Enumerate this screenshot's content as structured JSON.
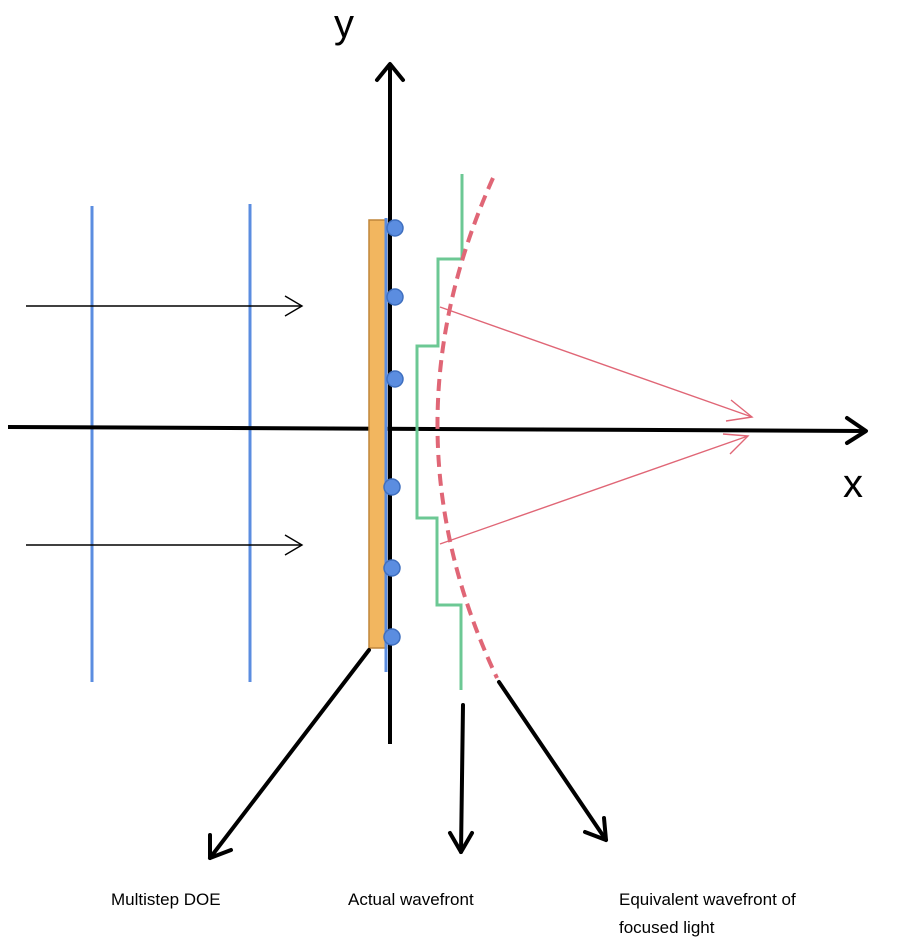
{
  "axes": {
    "x_label": "x",
    "y_label": "y"
  },
  "labels": {
    "doe": "Multistep DOE",
    "actual": "Actual wavefront",
    "equivalent_line1": "Equivalent wavefront of",
    "equivalent_line2": "focused light"
  },
  "colors": {
    "axis": "#000000",
    "incident_wavefront": "#5b8de0",
    "doe_plate": "#f2b65f",
    "doe_border": "#c0853a",
    "doe_dot": "#5b8de0",
    "actual_wavefront": "#6cc894",
    "equivalent_wavefront": "#e06676",
    "focus_ray": "#e06676"
  }
}
